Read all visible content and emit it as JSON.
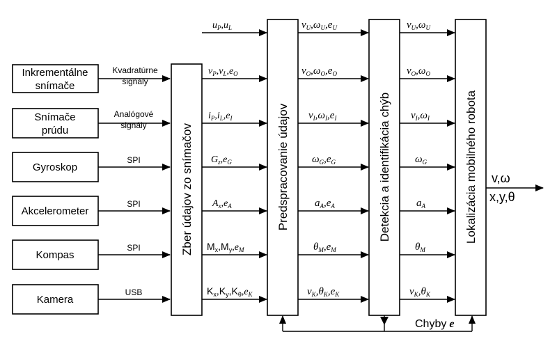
{
  "sensors": [
    {
      "label1": "Inkrementálne",
      "label2": "snímače",
      "signal1": "Kvadratúrne",
      "signal2": "signály"
    },
    {
      "label1": "Snímače",
      "label2": "prúdu",
      "signal1": "Analógové",
      "signal2": "signály"
    },
    {
      "label1": "Gyroskop",
      "label2": "",
      "signal1": "SPI",
      "signal2": ""
    },
    {
      "label1": "Akcelerometer",
      "label2": "",
      "signal1": "SPI",
      "signal2": ""
    },
    {
      "label1": "Kompas",
      "label2": "",
      "signal1": "SPI",
      "signal2": ""
    },
    {
      "label1": "Kamera",
      "label2": "",
      "signal1": "USB",
      "signal2": ""
    }
  ],
  "blocks": {
    "collect": "Zber údajov zo snímačov",
    "preprocess": "Predspracovanie údajov",
    "detect": "Detekcia a identifikácia chýb",
    "localize": "Lokalizácia mobilného robota"
  },
  "signals": {
    "direct_input": "uP,uL",
    "collect_out": [
      "vP,vL,eO",
      "iP,iL,eI",
      "Gz,eG",
      "Ax,eA",
      "Mx,My,eM",
      "Kx,Ky,Kθ,eK"
    ],
    "pre_out": [
      "vU,ωU,eU",
      "vO,ωO,eO",
      "vI,ωI,eI",
      "ωG,eG",
      "aA,eA",
      "θM,eM",
      "vK,θK,eK"
    ],
    "det_out": [
      "vU,ωU",
      "vO,ωO",
      "vI,ωI",
      "ωG",
      "aA",
      "θM",
      "vK,θK"
    ]
  },
  "output": {
    "line1": "v,ω",
    "line2": "x,y,θ"
  },
  "feedback": {
    "label": "Chyby",
    "symbol": "e"
  }
}
